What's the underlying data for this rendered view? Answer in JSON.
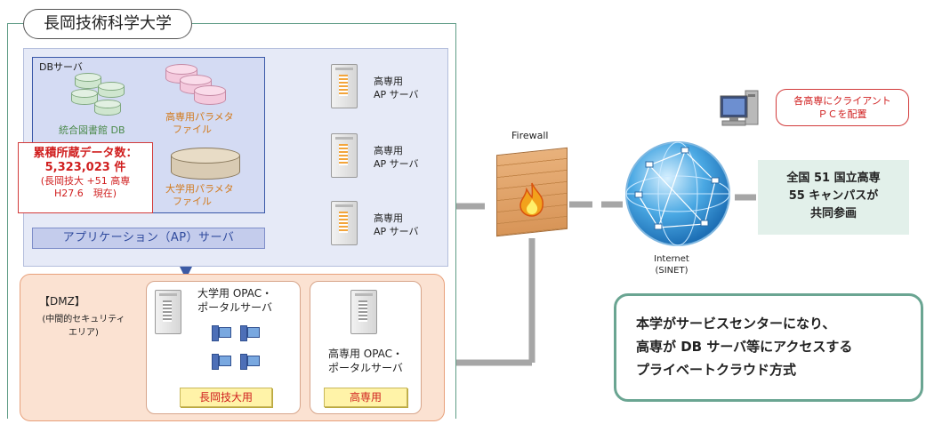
{
  "university": {
    "title": "長岡技術科学大学"
  },
  "db_server": {
    "label": "DBサーバ",
    "library_db_label": "統合図書館 DB",
    "kosen_param_label": [
      "高専用パラメタ",
      "ファイル"
    ],
    "univ_param_label": [
      "大学用パラメタ",
      "ファイル"
    ]
  },
  "stat": {
    "title": "累積所蔵データ数：",
    "value": "5,323,023 件",
    "note": [
      "(長岡技大 +51 高専",
      "H27.6　現在)"
    ]
  },
  "ap_bar": {
    "label": "アプリケーション（AP）サーバ"
  },
  "kosen_ap_servers": [
    {
      "line1": "高専用",
      "line2": "AP サーバ"
    },
    {
      "line1": "高専用",
      "line2": "AP サーバ"
    },
    {
      "line1": "高専用",
      "line2": "AP サーバ"
    }
  ],
  "dmz": {
    "title": "【DMZ】",
    "subtitle": [
      "(中間的セキュリティ",
      "エリア)"
    ],
    "univ_box": {
      "title": [
        "大学用 OPAC・",
        "ポータルサーバ"
      ],
      "tag": "長岡技大用"
    },
    "kosen_box": {
      "title": [
        "高専用 OPAC・",
        "ポータルサーバ"
      ],
      "tag": "高専用"
    }
  },
  "firewall": {
    "label": "Firewall"
  },
  "internet": {
    "label": [
      "Internet",
      "(SINET)"
    ]
  },
  "client": {
    "tag": [
      "各高専にクライアント",
      "ＰＣを配置"
    ]
  },
  "kosen": {
    "lines": [
      "全国 51 国立高専",
      "55 キャンパスが",
      "共同参画"
    ]
  },
  "summary": {
    "lines": [
      "本学がサービスセンターになり、",
      "高専が DB サーバ等にアクセスする",
      "プライベートクラウド方式"
    ]
  },
  "colors": {
    "frame_green": "#5f9c86",
    "db_blue": "#3a58a8",
    "arrow_blue": "#3b5aa5",
    "alert_red": "#d01f1f",
    "dmz_peach": "#fbe2d2",
    "connector_gray": "#a6a6a6"
  },
  "icons": [
    "server-icon",
    "firewall-icon",
    "globe-icon",
    "client-pc-icon",
    "database-icon",
    "arrow-icon"
  ]
}
